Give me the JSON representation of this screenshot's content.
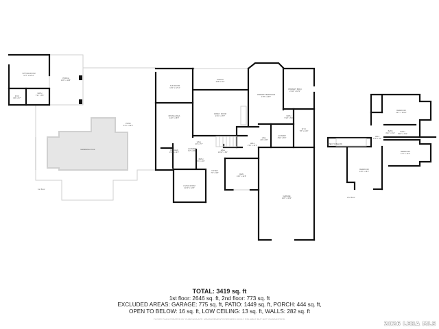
{
  "floor_labels": {
    "first": "1st floor",
    "second": "2nd floor"
  },
  "rooms_guest": [
    {
      "name": "SITTING ROOM",
      "dims": "14'7\" x 12'11\""
    },
    {
      "name": "PORCH",
      "dims": "13'8\" x 10'8\""
    },
    {
      "name": "W.I.C",
      "dims": "6'8\" x 5'7\""
    },
    {
      "name": "BATH",
      "dims": "7'11\" x 6'5\""
    },
    {
      "name": "PATIO",
      "dims": "47'1\" x 52'3\""
    },
    {
      "name": "SWIMMING POOL",
      "dims": ""
    }
  ],
  "rooms_first": [
    {
      "name": "SUN ROOM",
      "dims": "14'2\" x 12'11\""
    },
    {
      "name": "PORCH",
      "dims": "20'8\" x 8'7\""
    },
    {
      "name": "PRIMARY BEDROOM",
      "dims": "17'8\" x 24'5\""
    },
    {
      "name": "PRIMARY BATH",
      "dims": "21'10\" x 10'9\""
    },
    {
      "name": "FAMILY ROOM",
      "dims": "21'1\" x 17'8\""
    },
    {
      "name": "DINING AREA",
      "dims": "14'2\" x 15'9\""
    },
    {
      "name": "KITCHEN",
      "dims": "15'4\" x 13'0\""
    },
    {
      "name": "HALL",
      "dims": "4'0\" x 7'7\""
    },
    {
      "name": "LAUNDRY",
      "dims": "5'7\" x 5'6\""
    },
    {
      "name": "BATH",
      "dims": "5'1\" x 4'0\""
    },
    {
      "name": "HALL",
      "dims": "16'10\" x 8'4\""
    },
    {
      "name": "FOYER",
      "dims": "7'0\" x 9'8\""
    },
    {
      "name": "LIVING ROOM",
      "dims": "11'10\" x 12'9\""
    },
    {
      "name": "DEN",
      "dims": "13'0\" x 12'8\""
    },
    {
      "name": "HALL",
      "dims": "3'10\" x 12'1\""
    },
    {
      "name": "HALL",
      "dims": "4'0\" x 6'8\""
    },
    {
      "name": "LAUNDRY",
      "dims": "8'11\" x 6'8\""
    },
    {
      "name": "BATH",
      "dims": "5'10\" x 5'4\""
    },
    {
      "name": "W.I.C",
      "dims": "7'8\" x 14'0\""
    },
    {
      "name": "GARAGE",
      "dims": "21'6\" x 36'0\""
    }
  ],
  "rooms_second": [
    {
      "name": "BEDROOM",
      "dims": "22'7\" x 16'11\""
    },
    {
      "name": "BATH",
      "dims": "4'11\" x 4'11\""
    },
    {
      "name": "BATH",
      "dims": "6'10\" x 4'11\""
    },
    {
      "name": "HALL",
      "dims": "17'8\" x 3'1\""
    },
    {
      "name": "BEDROOM",
      "dims": "17'7\" x 11'2\""
    },
    {
      "name": "BEDROOM",
      "dims": "13'0\" x 16'2\""
    },
    {
      "name": "OPEN TO BELOW",
      "dims": ""
    }
  ],
  "summary": {
    "total": "TOTAL: 3419 sq. ft",
    "line1": "1st floor: 2646 sq. ft, 2nd floor: 773 sq. ft",
    "line2": "EXCLUDED AREAS: GARAGE: 775 sq. ft, PATIO: 1449 sq. ft, PORCH: 444 sq. ft,",
    "line3": "OPEN TO BELOW: 16 sq. ft, LOW CEILING: 13 sq. ft, WALLS: 282 sq. ft",
    "credit": "FLOOR PLAN CREATED BY CUBICASA APP. MEASUREMENTS DEEMED HIGHLY RELIABLE BUT NOT GUARANTEED."
  },
  "watermark": "2026 LERA MLS"
}
